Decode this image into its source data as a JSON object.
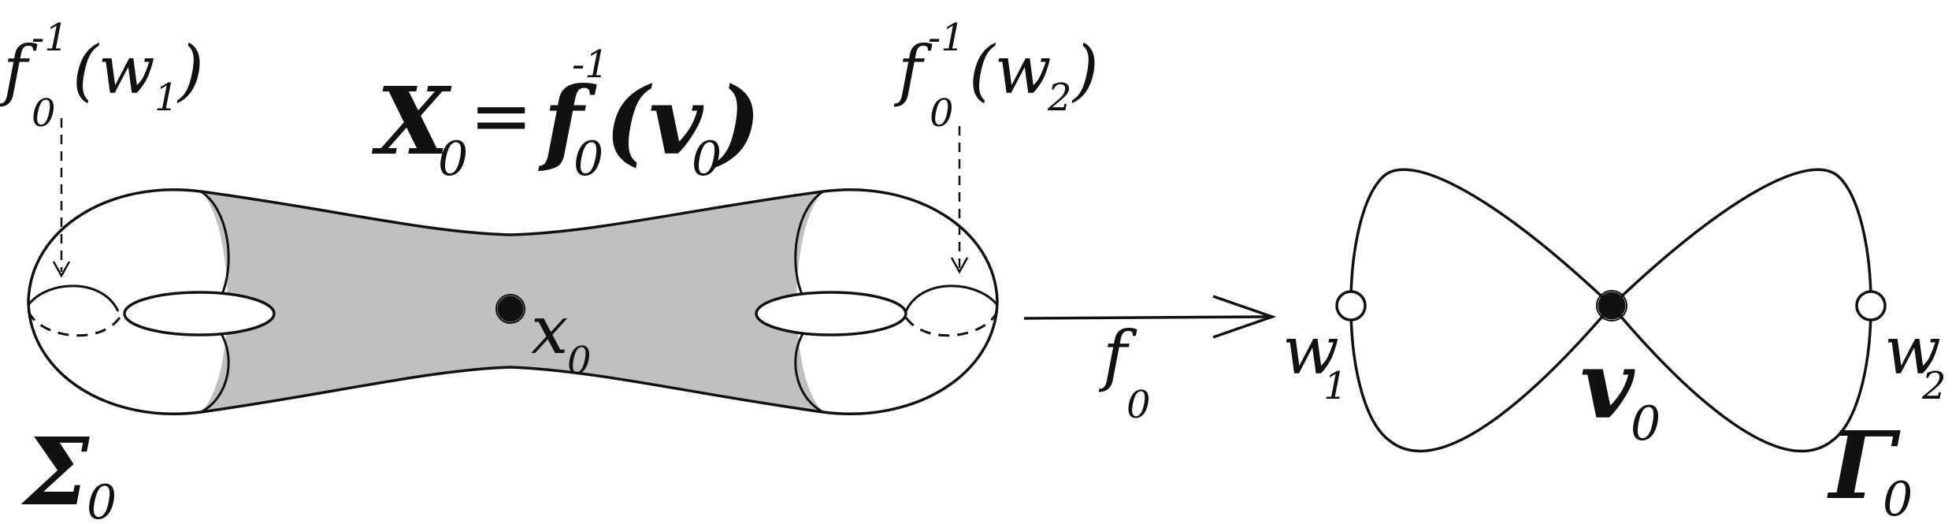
{
  "labels": {
    "preimage_w1": {
      "f": "f",
      "sub": "0",
      "sup": "-1",
      "arg": "(w",
      "arg_sub": "1",
      "close": ")"
    },
    "preimage_w2": {
      "f": "f",
      "sub": "0",
      "sup": "-1",
      "arg": "(w",
      "arg_sub": "2",
      "close": ")"
    },
    "x0_definition": {
      "lhs": "X",
      "lhs_sub": "0",
      "eq": "=",
      "f": "f",
      "f_sub": "0",
      "f_sup": "-1",
      "arg": "(v",
      "arg_sub": "0",
      "close": ")"
    },
    "point_x0": {
      "main": "x",
      "sub": "0"
    },
    "surface": {
      "main": "Σ",
      "sub": "0"
    },
    "map": {
      "main": "f",
      "sub": "0"
    },
    "vertex_w1": {
      "main": "w",
      "sub": "1"
    },
    "vertex_w2": {
      "main": "w",
      "sub": "2"
    },
    "vertex_v0": {
      "main": "v",
      "sub": "0"
    },
    "graph": {
      "main": "Γ",
      "sub": "0"
    }
  },
  "colors": {
    "stroke": "#111111",
    "shaded_region": "#c0c0c0",
    "open_vertex": "#ffffff",
    "filled_vertex": "#111111"
  }
}
